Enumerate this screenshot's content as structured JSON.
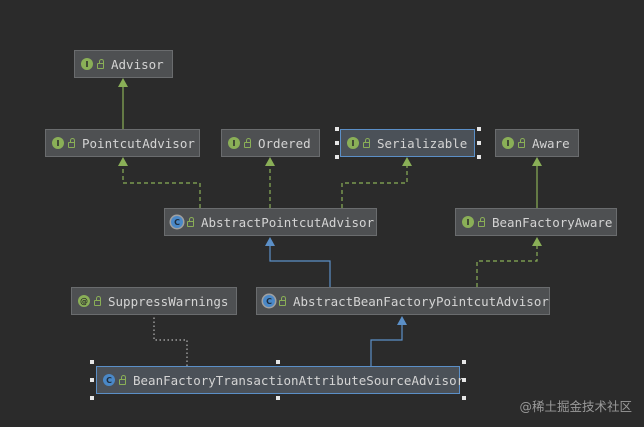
{
  "colors": {
    "background": "#2b2b2b",
    "node_fill": "#4e5052",
    "interface_badge": "#8aaf57",
    "class_badge": "#4a88c7",
    "extends_edge": "#5b8fc7",
    "implements_edge": "#8aaf57",
    "annotation_edge": "#a0a0a0"
  },
  "nodes": [
    {
      "id": "advisor",
      "label": "Advisor",
      "kind": "interface",
      "badge": "I"
    },
    {
      "id": "pointcutAdvisor",
      "label": "PointcutAdvisor",
      "kind": "interface",
      "badge": "I"
    },
    {
      "id": "ordered",
      "label": "Ordered",
      "kind": "interface",
      "badge": "I"
    },
    {
      "id": "serializable",
      "label": "Serializable",
      "kind": "interface",
      "badge": "I"
    },
    {
      "id": "aware",
      "label": "Aware",
      "kind": "interface",
      "badge": "I"
    },
    {
      "id": "abstractPointcutAdvisor",
      "label": "AbstractPointcutAdvisor",
      "kind": "abstract-class",
      "badge": "C"
    },
    {
      "id": "beanFactoryAware",
      "label": "BeanFactoryAware",
      "kind": "interface",
      "badge": "I"
    },
    {
      "id": "suppressWarnings",
      "label": "SuppressWarnings",
      "kind": "annotation",
      "badge": "@"
    },
    {
      "id": "abstractBeanFactoryPointcutAdvisor",
      "label": "AbstractBeanFactoryPointcutAdvisor",
      "kind": "abstract-class",
      "badge": "C"
    },
    {
      "id": "beanFactoryTransactionAttributeSourceAdvisor",
      "label": "BeanFactoryTransactionAttributeSourceAdvisor",
      "kind": "class",
      "badge": "C"
    }
  ],
  "edges": [
    {
      "from": "pointcutAdvisor",
      "to": "advisor",
      "type": "extends-interface"
    },
    {
      "from": "abstractPointcutAdvisor",
      "to": "pointcutAdvisor",
      "type": "implements"
    },
    {
      "from": "abstractPointcutAdvisor",
      "to": "ordered",
      "type": "implements"
    },
    {
      "from": "abstractPointcutAdvisor",
      "to": "serializable",
      "type": "implements"
    },
    {
      "from": "beanFactoryAware",
      "to": "aware",
      "type": "extends-interface"
    },
    {
      "from": "abstractBeanFactoryPointcutAdvisor",
      "to": "abstractPointcutAdvisor",
      "type": "extends"
    },
    {
      "from": "abstractBeanFactoryPointcutAdvisor",
      "to": "beanFactoryAware",
      "type": "implements"
    },
    {
      "from": "beanFactoryTransactionAttributeSourceAdvisor",
      "to": "abstractBeanFactoryPointcutAdvisor",
      "type": "extends"
    },
    {
      "from": "beanFactoryTransactionAttributeSourceAdvisor",
      "to": "suppressWarnings",
      "type": "annotated-with"
    }
  ],
  "watermark": "@稀土掘金技术社区"
}
